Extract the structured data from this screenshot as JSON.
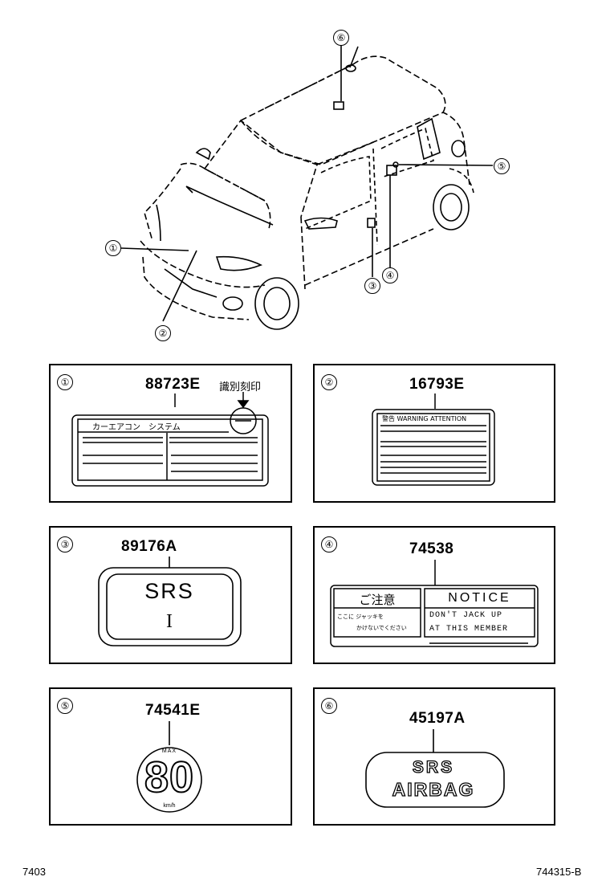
{
  "callouts": [
    "①",
    "②",
    "③",
    "④",
    "⑤",
    "⑥"
  ],
  "panels": [
    {
      "index": "①",
      "part": "88723E",
      "note": "識別刻印",
      "label_header": "カーエアコン　システム"
    },
    {
      "index": "②",
      "part": "16793E",
      "label_header": "警告 WARNING ATTENTION"
    },
    {
      "index": "③",
      "part": "89176A",
      "label_text": "SRS",
      "label_sub": "I"
    },
    {
      "index": "④",
      "part": "74538",
      "jp_title": "ご注意",
      "jp_line1": "ここに ジャッキを",
      "jp_line2": "かけないでください",
      "en_title": "NOTICE",
      "en_line1": "DON'T JACK UP",
      "en_line2": "AT THIS MEMBER"
    },
    {
      "index": "⑤",
      "part": "74541E",
      "max_label": "MAX",
      "speed": "80",
      "unit": "km/h"
    },
    {
      "index": "⑥",
      "part": "45197A",
      "line1": "SRS",
      "line2": "AIRBAG"
    }
  ],
  "footer": {
    "left": "7403",
    "right": "744315-B"
  }
}
